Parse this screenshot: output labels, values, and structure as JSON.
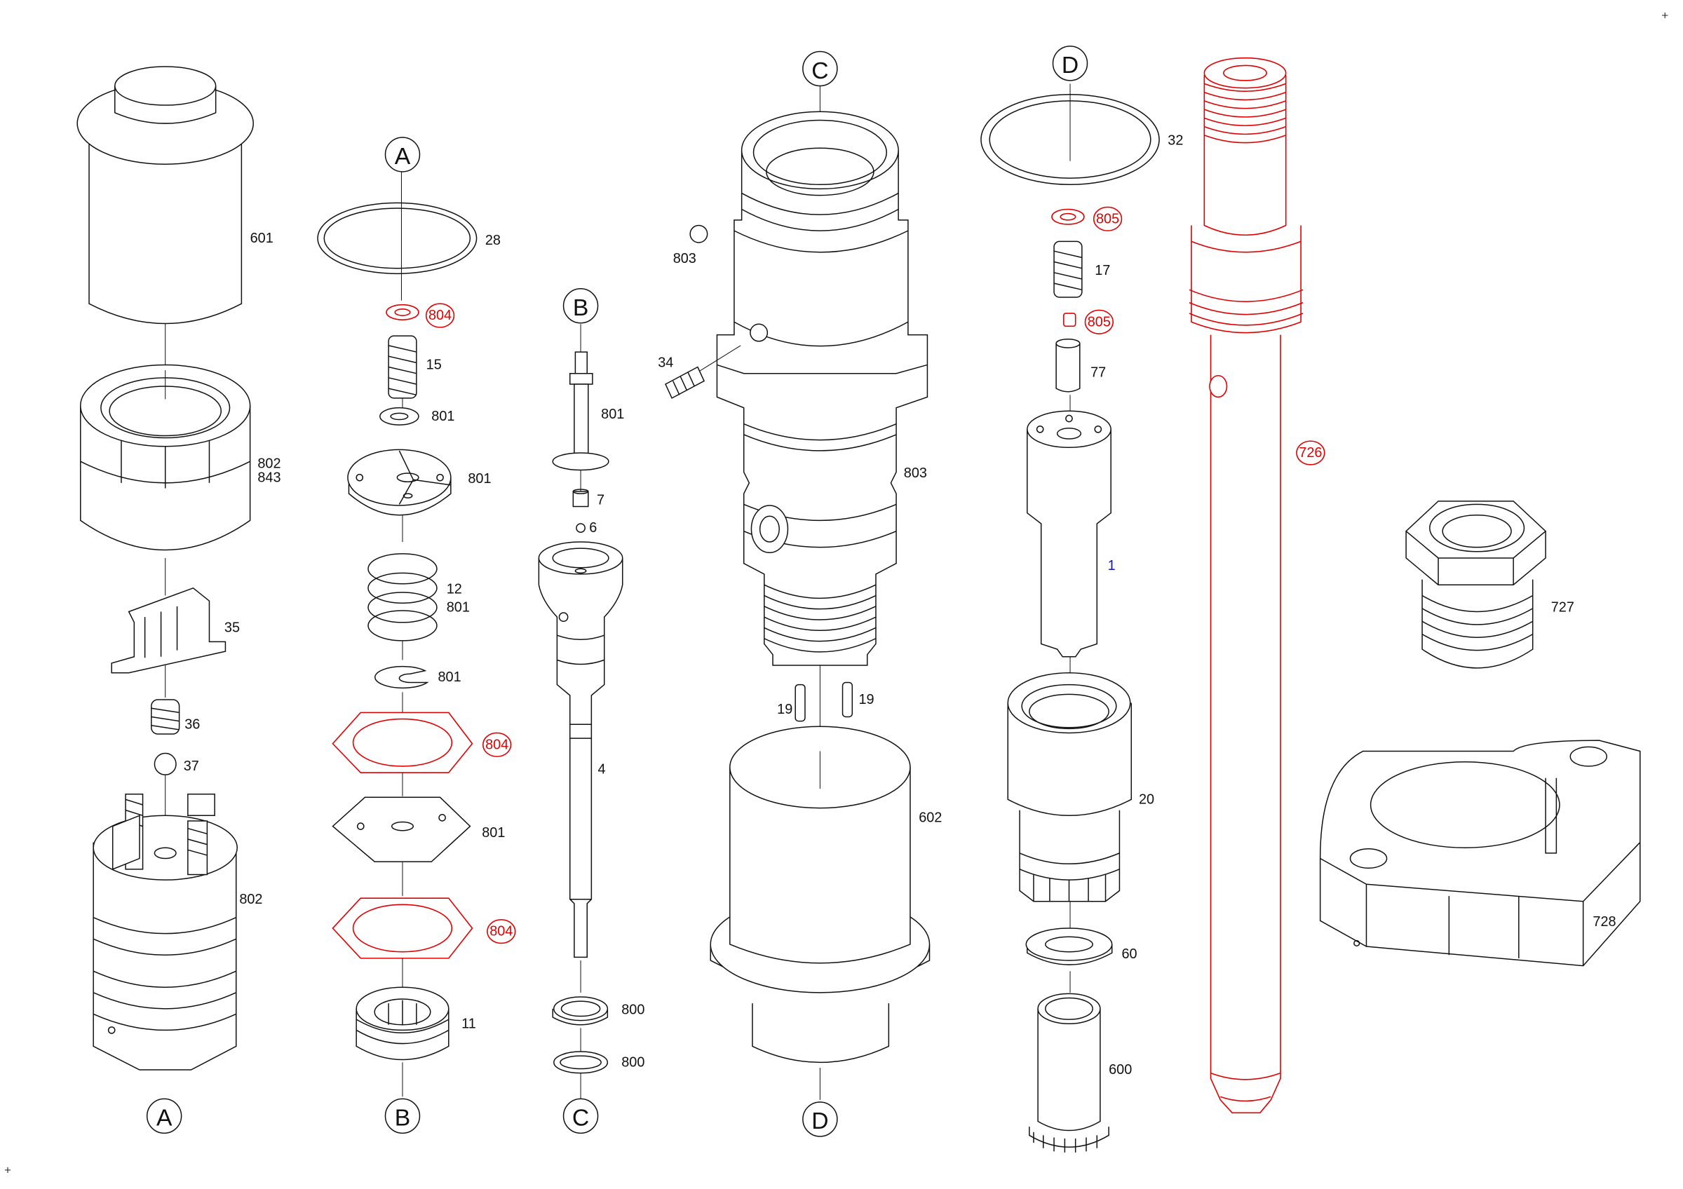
{
  "labels": {
    "p601": "601",
    "p602": "602",
    "p600": "600",
    "p802a": "802",
    "p843": "843",
    "p802b": "802",
    "p35": "35",
    "p36": "36",
    "p37": "37",
    "p28": "28",
    "p804a": "804",
    "p15": "15",
    "p801a": "801",
    "p801b": "801",
    "p12": "12",
    "p801c": "801",
    "p801d": "801",
    "p804b": "804",
    "p801e": "801",
    "p804c": "804",
    "p11": "11",
    "p801f": "801",
    "p7": "7",
    "p6": "6",
    "p4": "4",
    "p800a": "800",
    "p800b": "800",
    "p803a": "803",
    "p34": "34",
    "p803b": "803",
    "p19a": "19",
    "p19b": "19",
    "p32": "32",
    "p805a": "805",
    "p17": "17",
    "p805b": "805",
    "p77": "77",
    "p1": "1",
    "p20": "20",
    "p60": "60",
    "p726": "726",
    "p727": "727",
    "p728": "728"
  },
  "connectors": {
    "a_top": "A",
    "a_bottom": "A",
    "b_top": "B",
    "b_bottom": "B",
    "c_top": "C",
    "c_bottom": "C",
    "d_top": "D",
    "d_bottom": "D"
  },
  "corner_marks": {
    "top_right": "+",
    "bottom_left": "+"
  },
  "colors": {
    "line": "#111111",
    "highlight": "#e00000",
    "item_one": "#1010d0"
  }
}
